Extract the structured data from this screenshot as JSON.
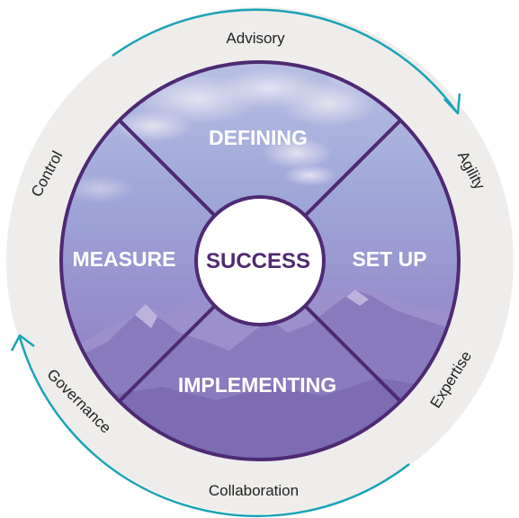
{
  "center": {
    "label": "SUCCESS"
  },
  "quadrants": {
    "top": "DEFINING",
    "right": "SET UP",
    "bottom": "IMPLEMENTING",
    "left": "MEASURE"
  },
  "ring_labels": {
    "advisory": "Advisory",
    "agility": "Agility",
    "expertise": "Expertise",
    "collaboration": "Collaboration",
    "governance": "Governance",
    "control": "Control"
  },
  "colors": {
    "ring": "#efedeb",
    "border": "#4e2a73",
    "center_text": "#4e2a73",
    "arrow": "#1ba3b6",
    "sky_top": "#b6c7e8",
    "sky_mid": "#9d95d2",
    "mountain": "#8a78b8"
  }
}
